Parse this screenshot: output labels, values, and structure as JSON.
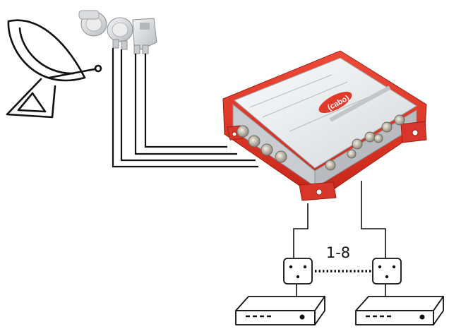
{
  "diagram": {
    "title": "",
    "receiver_range_label": "1-8",
    "multiswitch": {
      "brand_text": "(cabo)",
      "body_color": "#e23a2a",
      "panel_color": "#eef0f2"
    },
    "colors": {
      "line": "#111111",
      "device_fill": "#ffffff",
      "lnb_color": "#d8dadc"
    },
    "components": [
      {
        "id": "dish",
        "icon": "satellite-dish-icon"
      },
      {
        "id": "lnb",
        "icon": "quad-lnb-icon"
      },
      {
        "id": "multiswitch",
        "icon": "multiswitch-icon"
      },
      {
        "id": "outlet-left",
        "icon": "wall-outlet-icon"
      },
      {
        "id": "outlet-right",
        "icon": "wall-outlet-icon"
      },
      {
        "id": "receiver-left",
        "icon": "set-top-box-icon"
      },
      {
        "id": "receiver-right",
        "icon": "set-top-box-icon"
      }
    ]
  }
}
